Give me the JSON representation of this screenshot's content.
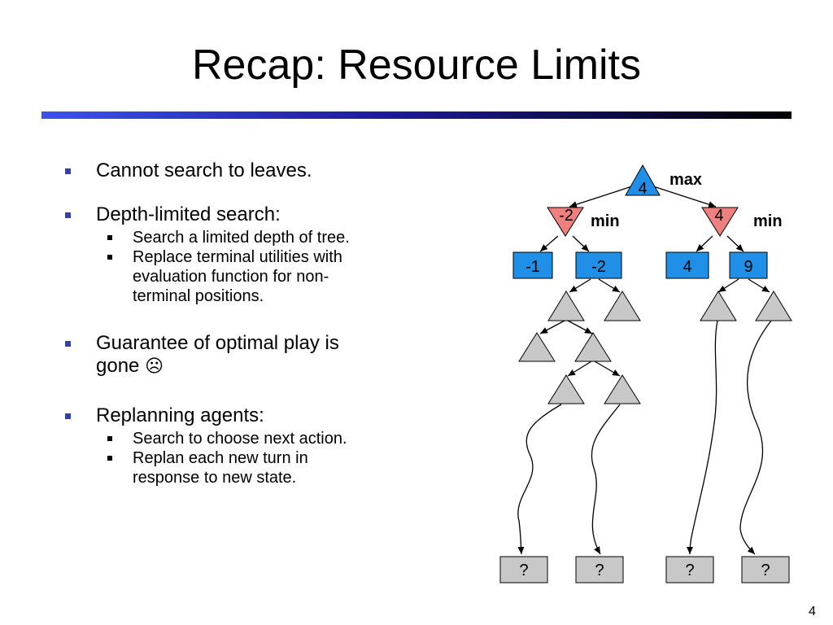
{
  "slide": {
    "title": "Recap: Resource Limits",
    "page_number": "4"
  },
  "bullets": {
    "b1": "Cannot search to leaves.",
    "b2": "Depth-limited search:",
    "b2_sub1": "Search a limited depth of tree.",
    "b2_sub2_line1": "Replace terminal utilities with",
    "b2_sub2_line2": "evaluation function for non-",
    "b2_sub2_line3": "terminal positions.",
    "b3_line1": "Guarantee of optimal play is",
    "b3_line2": "gone",
    "b3_frown": "☹",
    "b4": "Replanning agents:",
    "b4_sub1": "Search to choose next action.",
    "b4_sub2_line1": "Replan each new turn in",
    "b4_sub2_line2": "response to new state."
  },
  "tree": {
    "root_value": "4",
    "root_label": "max",
    "min_left_value": "-2",
    "min_right_value": "4",
    "min_label": "min",
    "evals": [
      "-1",
      "-2",
      "4",
      "9"
    ],
    "leaves": [
      "?",
      "?",
      "?",
      "?"
    ],
    "colors": {
      "max_fill": "#1f8fe8",
      "min_fill": "#f08080",
      "eval_fill": "#1f8fe8",
      "subtree_fill": "#c8c8c8",
      "leaf_fill": "#c8c8c8"
    }
  }
}
